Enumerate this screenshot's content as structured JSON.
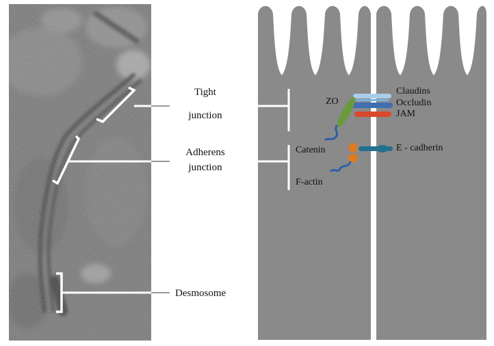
{
  "labels": {
    "tight_line1": "Tight",
    "tight_line2": "junction",
    "adherens_line1": "Adherens",
    "adherens_line2": "junction",
    "desmosome": "Desmosome"
  },
  "proteins": {
    "zo": "ZO",
    "claudins": "Claudins",
    "occludin": "Occludin",
    "jam": "JAM",
    "catenin": "Catenin",
    "e_cadherin": "E - cadherin",
    "f_actin": "F-actin"
  },
  "colors": {
    "cell_gray": "#8a8a8a",
    "claudin": "#a9cdea",
    "occludin": "#3f6fb0",
    "jam": "#d9482b",
    "zo": "#6b9a3d",
    "catenin": "#e07a1e",
    "cadherin": "#22718e",
    "actin": "#2f5fa8"
  }
}
